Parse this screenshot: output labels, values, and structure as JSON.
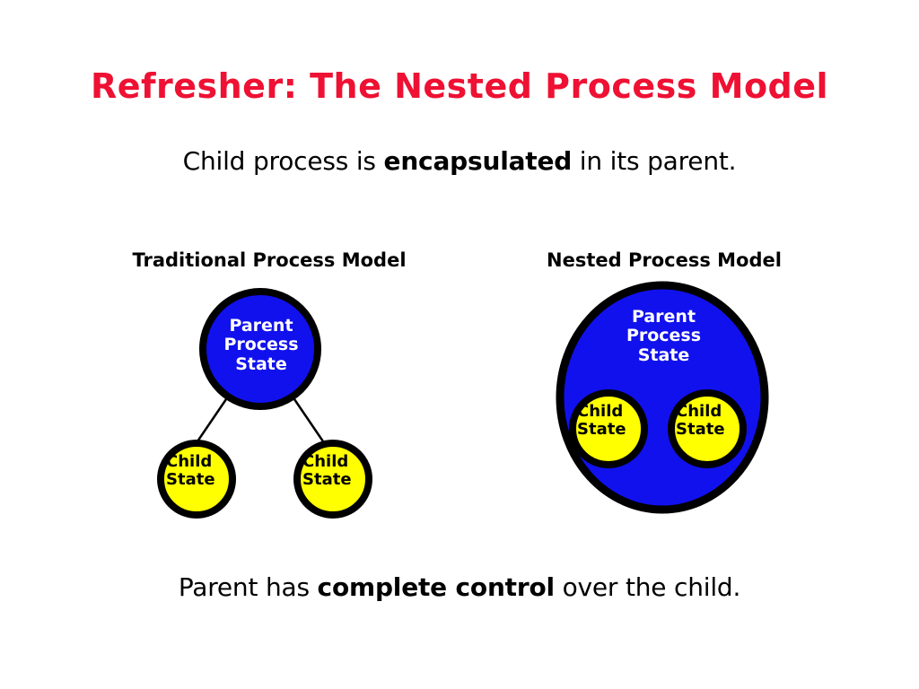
{
  "slide": {
    "title": "Refresher: The Nested Process Model",
    "title_color": "#ee1133",
    "background_color": "#ffffff",
    "top_sentence": {
      "before": "Child process is ",
      "emphasis": "encapsulated",
      "after": " in its parent."
    },
    "bottom_sentence": {
      "before": "Parent has ",
      "emphasis": "complete control",
      "after": " over the child."
    }
  },
  "diagrams": {
    "traditional": {
      "caption": "Traditional Process Model",
      "parent": {
        "line1": "Parent",
        "line2": "Process",
        "line3": "State",
        "fill": "#1111ee",
        "stroke": "#000000",
        "text_color": "#ffffff"
      },
      "children": [
        {
          "line1": "Child",
          "line2": "State",
          "fill": "#ffff00",
          "stroke": "#000000",
          "text_color": "#000000"
        },
        {
          "line1": "Child",
          "line2": "State",
          "fill": "#ffff00",
          "stroke": "#000000",
          "text_color": "#000000"
        }
      ],
      "connectors": 2
    },
    "nested": {
      "caption": "Nested Process Model",
      "parent": {
        "line1": "Parent",
        "line2": "Process",
        "line3": "State",
        "fill": "#1111ee",
        "stroke": "#000000",
        "text_color": "#ffffff"
      },
      "children": [
        {
          "line1": "Child",
          "line2": "State",
          "fill": "#ffff00",
          "stroke": "#000000",
          "text_color": "#000000"
        },
        {
          "line1": "Child",
          "line2": "State",
          "fill": "#ffff00",
          "stroke": "#000000",
          "text_color": "#000000"
        }
      ],
      "connectors": 0
    }
  }
}
